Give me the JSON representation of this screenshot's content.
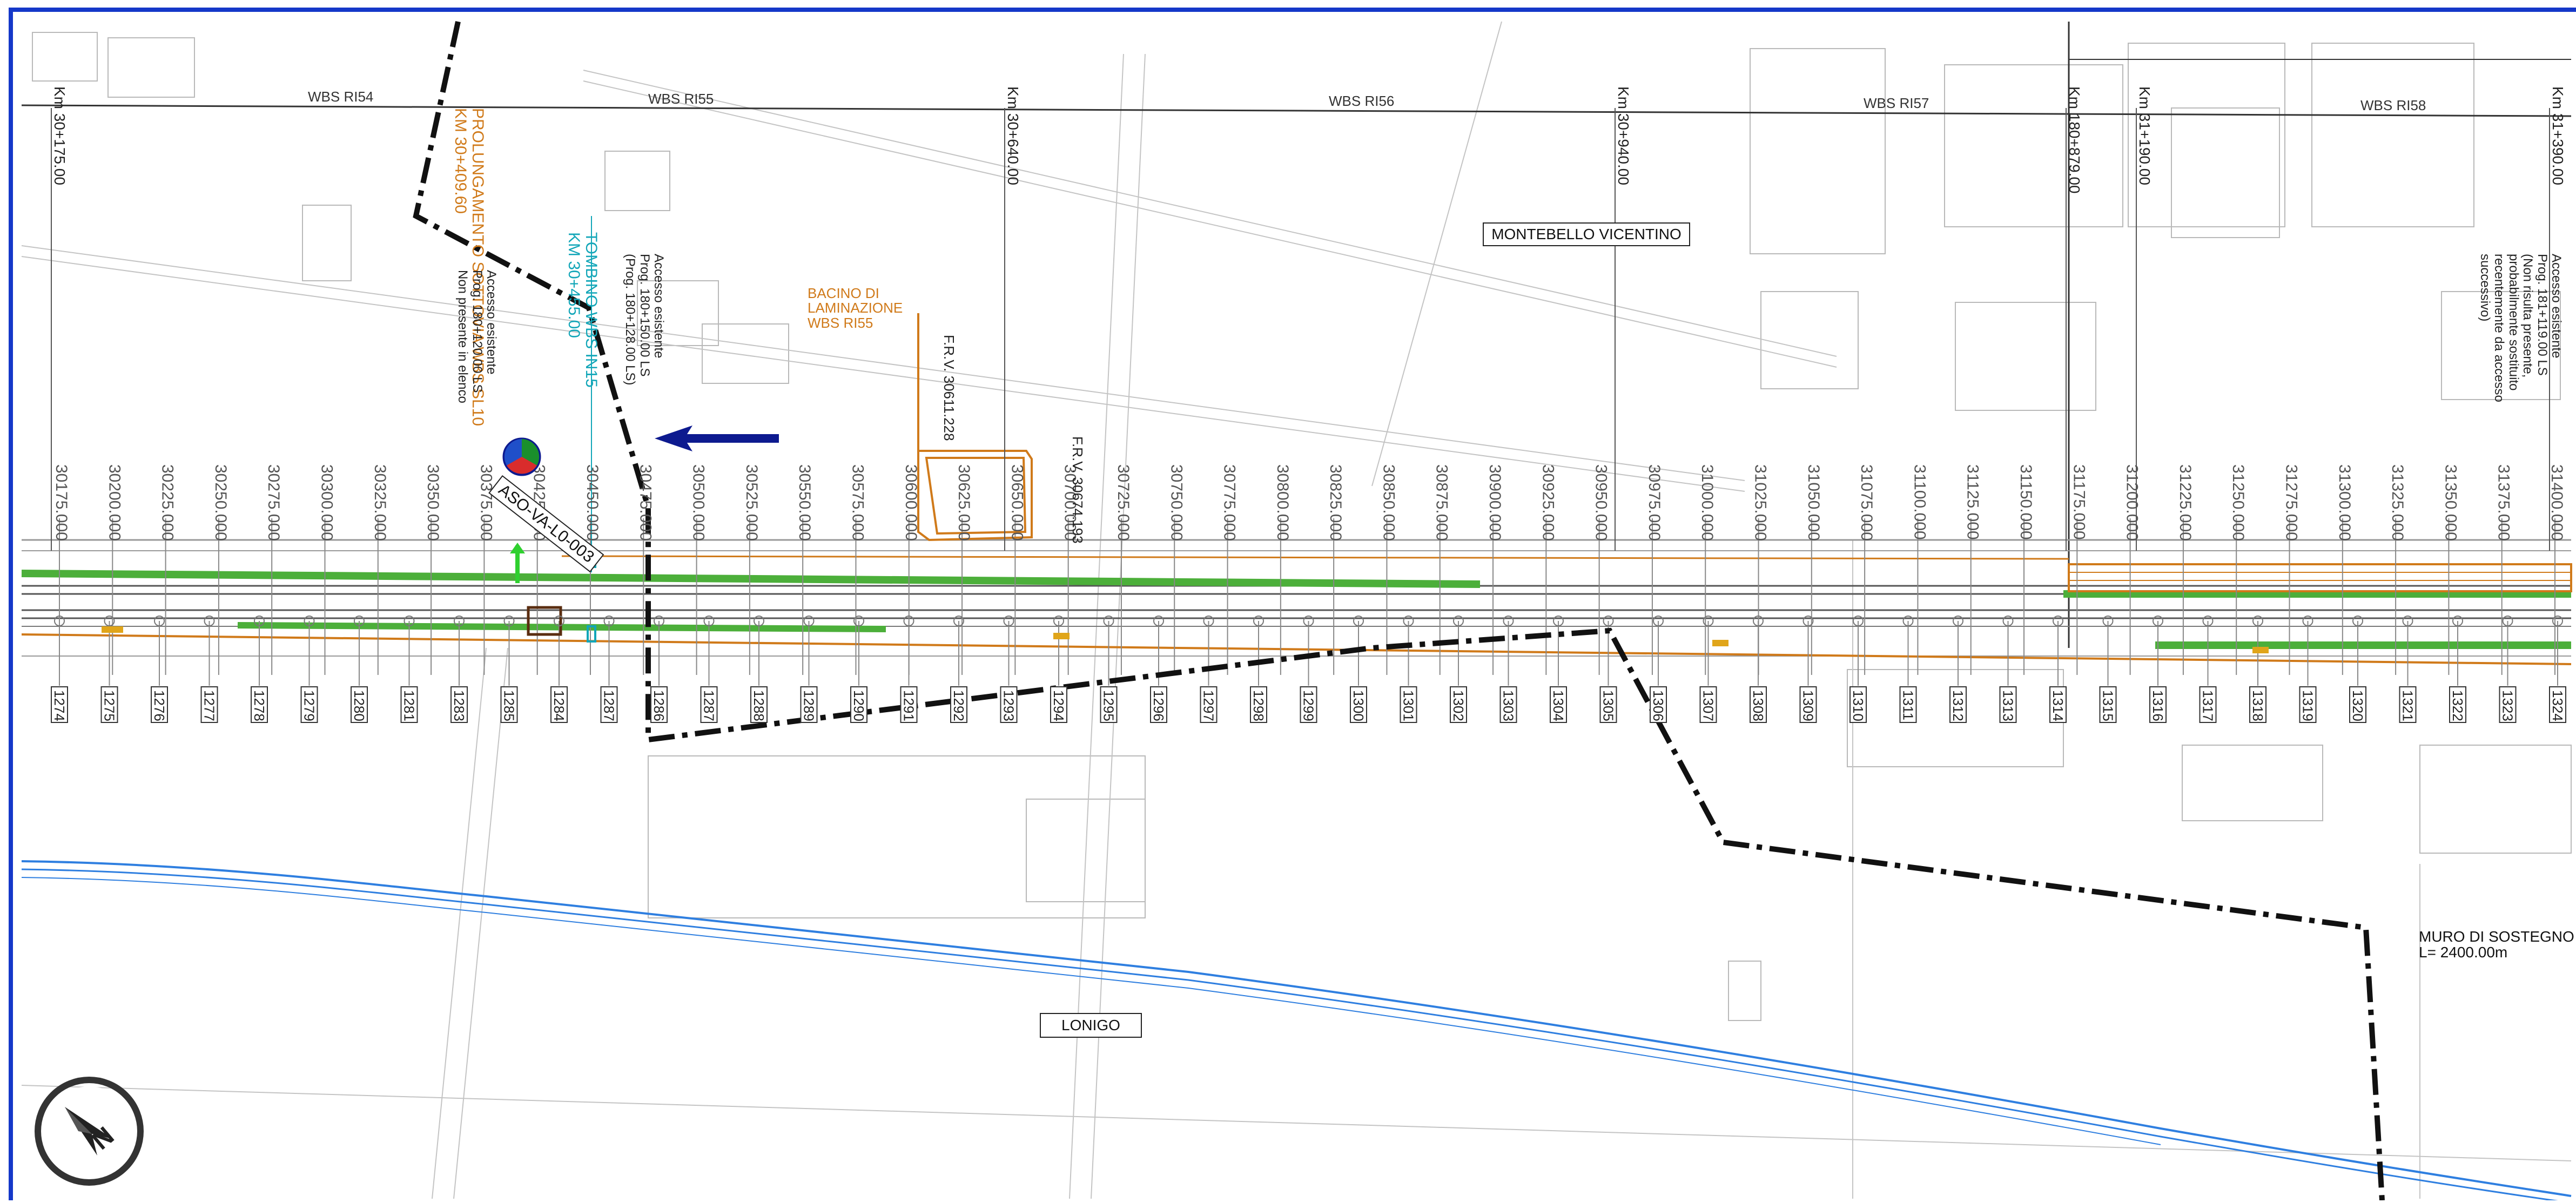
{
  "wbs_labels": [
    "WBS RI54",
    "WBS RI55",
    "WBS RI56",
    "WBS RI57",
    "WBS RI58"
  ],
  "km_markers": [
    "Km 30+175.00",
    "Km 30+640.00",
    "Km 30+940.00",
    "Km 180+879.00",
    "Km 31+190.00",
    "Km 31+390.00"
  ],
  "progressives": [
    "30175.000",
    "30200.000",
    "30225.000",
    "30250.000",
    "30275.000",
    "30300.000",
    "30325.000",
    "30350.000",
    "30375.000",
    "30425.000",
    "30450.000",
    "30475.000",
    "30500.000",
    "30525.000",
    "30550.000",
    "30575.000",
    "30600.000",
    "30625.000",
    "30650.000",
    "30700.000",
    "30725.000",
    "30750.000",
    "30775.000",
    "30800.000",
    "30825.000",
    "30850.000",
    "30875.000",
    "30900.000",
    "30925.000",
    "30950.000",
    "30975.000",
    "31000.000",
    "31025.000",
    "31050.000",
    "31075.000",
    "31100.000",
    "31125.000",
    "31150.000",
    "31175.000",
    "31200.000",
    "31225.000",
    "31250.000",
    "31275.000",
    "31300.000",
    "31325.000",
    "31350.000",
    "31375.000",
    "31400.000"
  ],
  "pole_numbers": [
    "1274",
    "1275",
    "1276",
    "1277",
    "1278",
    "1279",
    "1280",
    "1281",
    "1283",
    "1285",
    "1284",
    "1287",
    "1286",
    "1287",
    "1288",
    "1289",
    "1290",
    "1291",
    "1292",
    "1293",
    "1294",
    "1295",
    "1296",
    "1297",
    "1298",
    "1299",
    "1300",
    "1301",
    "1302",
    "1303",
    "1304",
    "1305",
    "1306",
    "1307",
    "1308",
    "1309",
    "1310",
    "1311",
    "1312",
    "1313",
    "1314",
    "1315",
    "1316",
    "1317",
    "1318",
    "1319",
    "1320",
    "1321",
    "1322",
    "1323",
    "1324"
  ],
  "place_labels": {
    "montebello": "MONTEBELLO VICENTINO",
    "lonigo": "LONIGO"
  },
  "annotations": {
    "bacino": [
      "BACINO DI",
      "LAMINAZIONE",
      "WBS RI55"
    ],
    "prolungamento": [
      "PROLUNGAMENTO SOTTOVIA WBS SL10",
      "KM 30+409.60"
    ],
    "tombino": [
      "TOMBINO WBS IN15",
      "KM 30+455.00"
    ],
    "accesso_left": [
      "Accesso esistente",
      "Prog. 180+120.00 LS",
      "Non presente in elenco"
    ],
    "accesso_mid": [
      "Accesso esistente",
      "Prog. 180+150.00 LS",
      "(Prog. 180+128.00 LS)"
    ],
    "accesso_right": [
      "Accesso esistente",
      "Prog. 181+119.00 LS",
      "(Non risulta presente,",
      "probabilmente sostituito",
      "recentemente da accesso",
      "successivo)"
    ],
    "frv1": "F.R.V. 30611.228",
    "frv2": "F.R.V. 30674.193",
    "station_code": "ASO-VA-L0-003",
    "muro": [
      "MURO DI SOSTEGNO",
      "L= 2400.00m"
    ]
  },
  "colors": {
    "frame": "#1538c9",
    "alignment_green": "#4caf3a",
    "orange_line": "#d07a1a",
    "cyan_text": "#12a6b8",
    "river_blue": "#2f7fe0",
    "boundary_black": "#111111",
    "arrow_navy": "#0d1a8f"
  },
  "icons": [
    "north-arrow-icon",
    "station-marker-icon",
    "direction-arrow-icon"
  ]
}
